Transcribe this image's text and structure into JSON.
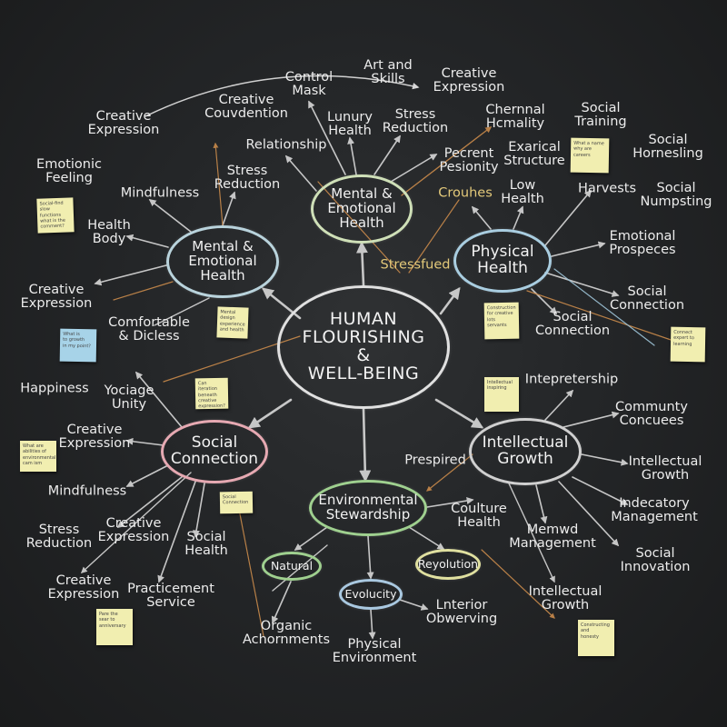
{
  "diagram": {
    "center": {
      "title": "HUMAN\nFLOURISHING\n&\nWELL-BEING"
    },
    "hubs": {
      "mental_top": "Mental &\nEmotional\nHealth",
      "mental_left": "Mental &\nEmotional\nHealth",
      "physical": "Physical\nHealth",
      "social": "Social\nConnection",
      "intellectual": "Intellectual\nGrowth",
      "environmental": "Environmental\nStewardship",
      "natural": "Natural",
      "evolucity": "Evolucity",
      "reyolution": "Reyolution"
    },
    "labels": [
      "Art and\nSkills",
      "Control\nMask",
      "Creative\nExpression",
      "Creative\nCouvdention",
      "Lunury\nHealth",
      "Stress\nReduction",
      "Chernnal\nHcmality",
      "Social\nTraining",
      "Creative\nExpression",
      "Relationship",
      "Pecrent\nPesionity",
      "Exarical\nStructure",
      "Social\nHornesling",
      "Emotionic\nFeeling",
      "Mindfulness",
      "Stress\nReduction",
      "Crouhes",
      "Low\nHealth",
      "Harvests",
      "Social\nNumpsting",
      "Health\nBody",
      "Stressfued",
      "Emotional\nProspeces",
      "Creative\nExpression",
      "Social\nConnection",
      "Comfortable\n& Dicless",
      "Social\nConnection",
      "Happiness",
      "Yociage\nUnity",
      "Intepretership",
      "Communty\nConcuees",
      "Creative\nExpression",
      "Intellectual\nGrowth",
      "Mindfulness",
      "Prespired",
      "Indecatory\nManagement",
      "Coulture\nHealth",
      "Stress\nReduction",
      "Creative\nExpression",
      "Social\nHealth",
      "Memwd\nManagement",
      "Social\nInnovation",
      "Creative\nExpression",
      "Practicement\nService",
      "Intellectual\nGrowth",
      "Lnterior\nObwerving",
      "Organic\nAchornments",
      "Physical\nEnvironment"
    ],
    "sticky_notes": [
      "Social-find\nslow functions\nwhat is the\ncomment?",
      "What is\nto growth\nin my point?",
      "Mental\ndesign\nexperience\nand health",
      "Can iteration\nbeneath\ncreative\nexpression?",
      "What are\nabilities of\nenvironmental\ncam ism",
      "Social\nConnection",
      "Pare the\nsear to\nanniversary",
      "What a name\nwhy are\ncareers",
      "Construction\nfor creative\nlots\nservants",
      "Intellectual\ninspiring",
      "Connect\nexpert to\nlearning",
      "Constructing\nand\nhonesty"
    ],
    "colors": {
      "chalk": "#e8e8e8",
      "connector": "#c98a4b",
      "mental": "#cfe0b8",
      "physical": "#a9cde0",
      "social": "#e6a9b2",
      "environmental": "#9fd08f",
      "sticky_yellow": "#f1eeb0",
      "sticky_blue": "#a7d3e8"
    }
  }
}
